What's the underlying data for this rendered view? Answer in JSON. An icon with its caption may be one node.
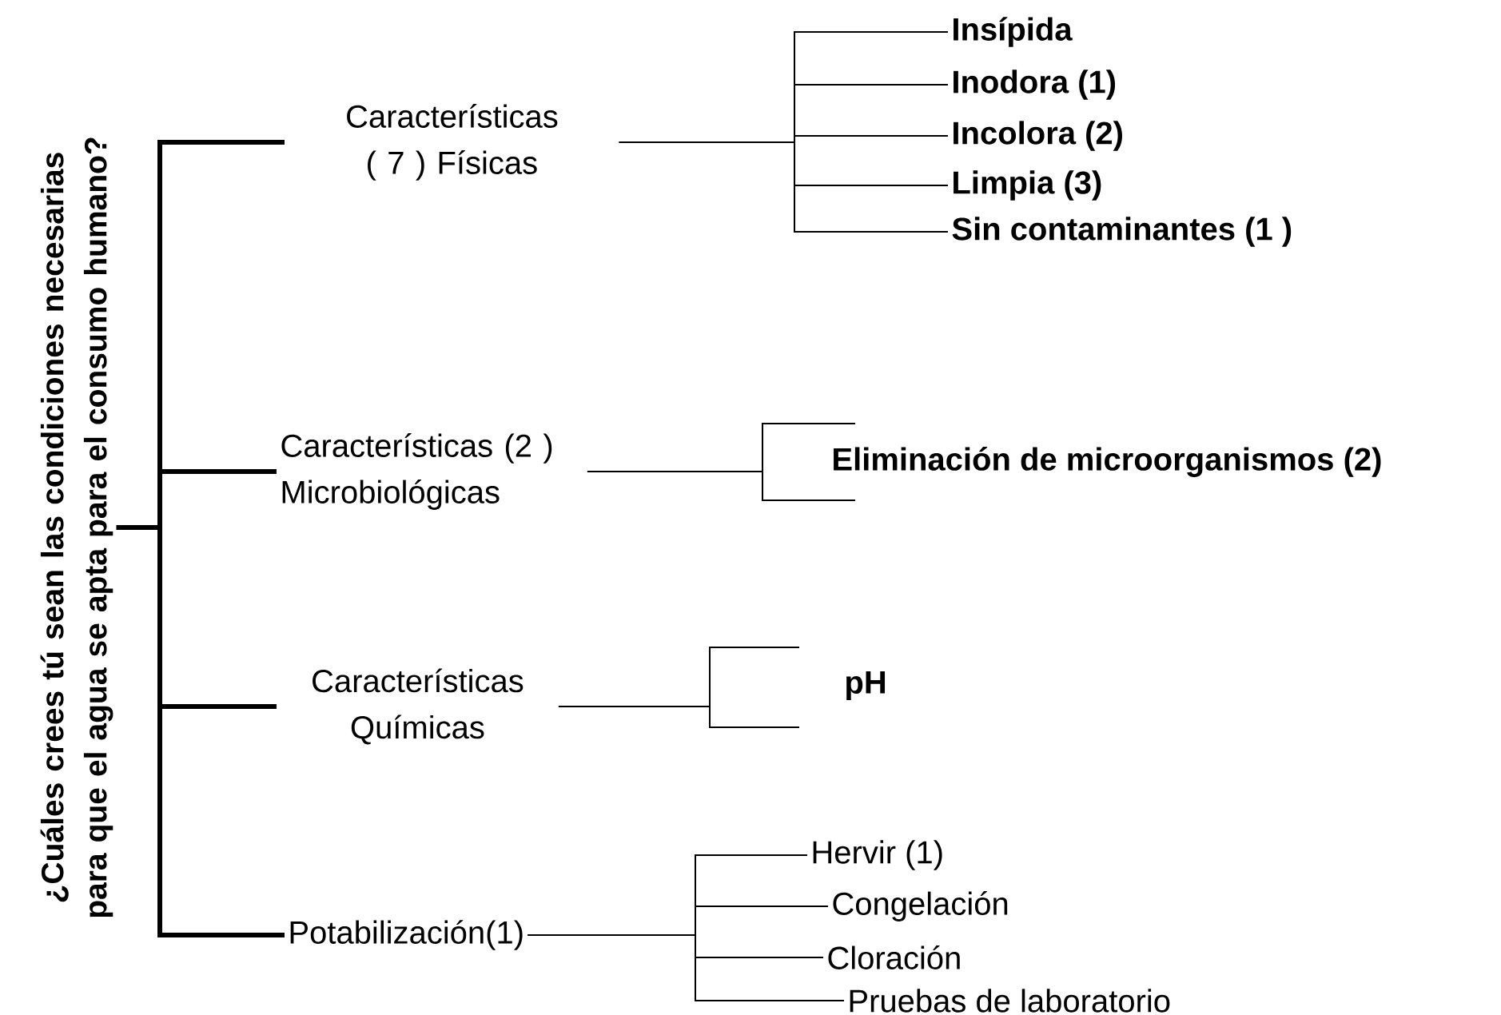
{
  "diagram": {
    "nodes": [
      {
        "text": [
          "¿Cuáles crees tú sean las condiciones necesarias para que el agua se apta para el consumo humano?"
        ]
      },
      {
        "text": [
          "Características ( 7 ) Físicas"
        ]
      },
      {
        "text": [
          "Insípida"
        ]
      },
      {
        "text": [
          "Inodora (1)"
        ]
      },
      {
        "text": [
          "Incolora  (2)"
        ]
      },
      {
        "text": [
          "Limpia (3)"
        ]
      },
      {
        "text": [
          "Sin contaminantes (1 )"
        ]
      },
      {
        "text": [
          "Características (2 ) Microbiológicas"
        ]
      },
      {
        "text": [
          "Eliminación de microorganismos (2)"
        ]
      },
      {
        "text": [
          "Características Químicas"
        ]
      },
      {
        "text": [
          "pH"
        ]
      },
      {
        "text": [
          "Potabilización(1)"
        ]
      },
      {
        "text": [
          "Hervir (1)"
        ]
      },
      {
        "text": [
          "Congelación"
        ]
      },
      {
        "text": [
          "Cloración"
        ]
      },
      {
        "text": [
          "Pruebas de laboratorio"
        ]
      }
    ],
    "edges": [
      {
        "from": 0,
        "to": 1,
        "arrow": "none",
        "style": "thick"
      },
      {
        "from": 0,
        "to": 7,
        "arrow": "none",
        "style": "thick"
      },
      {
        "from": 0,
        "to": 9,
        "arrow": "none",
        "style": "thick"
      },
      {
        "from": 0,
        "to": 11,
        "arrow": "none",
        "style": "thick"
      },
      {
        "from": 1,
        "to": 2,
        "arrow": "none"
      },
      {
        "from": 1,
        "to": 3,
        "arrow": "none"
      },
      {
        "from": 1,
        "to": 4,
        "arrow": "none"
      },
      {
        "from": 1,
        "to": 5,
        "arrow": "none"
      },
      {
        "from": 1,
        "to": 6,
        "arrow": "none"
      },
      {
        "from": 7,
        "to": 8,
        "arrow": "none"
      },
      {
        "from": 9,
        "to": 10,
        "arrow": "none"
      },
      {
        "from": 11,
        "to": 12,
        "arrow": "none"
      },
      {
        "from": 11,
        "to": 13,
        "arrow": "none"
      },
      {
        "from": 11,
        "to": 14,
        "arrow": "none"
      },
      {
        "from": 11,
        "to": 15,
        "arrow": "none"
      }
    ]
  }
}
